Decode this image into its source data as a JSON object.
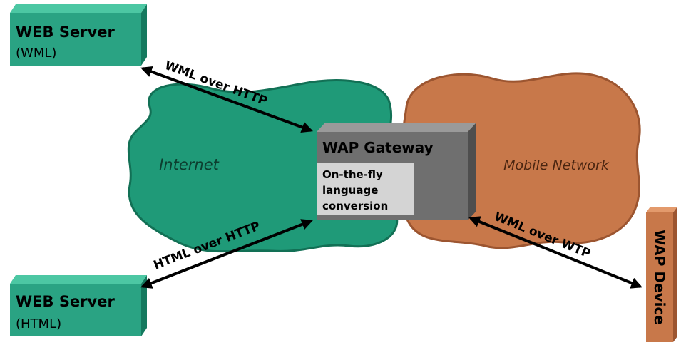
{
  "servers": {
    "wml": {
      "title": "WEB Server",
      "subtitle": "(WML)"
    },
    "html": {
      "title": "WEB Server",
      "subtitle": "(HTML)"
    }
  },
  "clouds": {
    "internet": {
      "label": "Internet",
      "color": "#1f9a78"
    },
    "mobile": {
      "label": "Mobile Network",
      "color": "#c8784a"
    }
  },
  "gateway": {
    "title": "WAP Gateway",
    "note_lines": [
      "On-the-fly",
      "language",
      "conversion"
    ]
  },
  "device": {
    "label": "WAP Device"
  },
  "arrows": {
    "wml_http": "WML over HTTP",
    "html_http": "HTML over HTTP",
    "wml_wtp": "WML over WTP"
  },
  "colors": {
    "server_face": "#2aa383",
    "server_top": "#4cc7a3",
    "server_side": "#157a5f",
    "gateway_face": "#6f6f6f",
    "gateway_top": "#9a9a9a",
    "gateway_side": "#4e4e4e",
    "device_face": "#c8784a",
    "device_side": "#9c5530"
  }
}
